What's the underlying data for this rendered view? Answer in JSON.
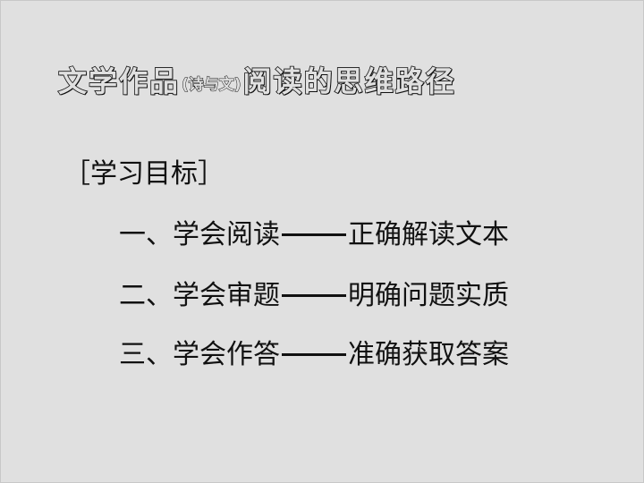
{
  "title": {
    "main_before": "文学作品",
    "paren_note": "(诗与文)",
    "main_after": "阅读的思维路径"
  },
  "goals": {
    "header": "［学习目标］",
    "items": [
      {
        "prefix": "一、",
        "skill": "学会阅读",
        "dash": "——",
        "outcome": "正确解读文本"
      },
      {
        "prefix": "二、",
        "skill": "学会审题",
        "dash": "——",
        "outcome": "明确问题实质"
      },
      {
        "prefix": "三、",
        "skill": "学会作答",
        "dash": "——",
        "outcome": "准确获取答案"
      }
    ]
  },
  "colors": {
    "background": "#e0e0e0",
    "text": "#111111"
  }
}
